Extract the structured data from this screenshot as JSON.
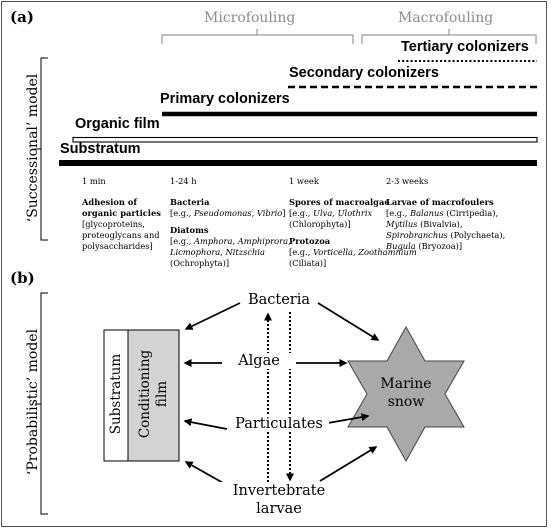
{
  "panel_a": {
    "label": "(a)",
    "model_label": "‘Successional’ model",
    "microfouling": "Microfouling",
    "macrofouling": "Macrofouling",
    "layers": {
      "tertiary": "Tertiary colonizers",
      "secondary": "Secondary colonizers",
      "primary": "Primary colonizers",
      "film": "Organic film",
      "substratum": "Substratum"
    },
    "timeline": {
      "t1": "1 min",
      "t2": "1-24 h",
      "t3": "1 week",
      "t4": "2-3 weeks",
      "c1": {
        "title1": "Adhesion of",
        "title2": "organic particles",
        "l1": "[glycoproteins,",
        "l2": "proteoglycans and",
        "l3": "polysaccharides]"
      },
      "c2": {
        "title1": "Bacteria",
        "l1_pre": "[e.g., ",
        "l1_it": "Pseudomonas, Vibrio",
        "l1_post": "]",
        "title2": "Diatoms",
        "l2_pre": "[e.g., ",
        "l2_it": "Amphora, Amphiprora,",
        "l3_it": "Licmophora, Nitzschia",
        "l4": "(Ochrophyta)]"
      },
      "c3": {
        "title1": "Spores of macroalgae",
        "l1_pre": "[e.g., ",
        "l1_it": "Ulva, Ulothrix",
        "l2": "(Chlorophyta)]",
        "title2": "Protozoa",
        "l3_pre": "[e.g., ",
        "l3_it": "Vorticella, Zoothamnium",
        "l4": "(Ciliata)]"
      },
      "c4": {
        "title1": "Larvae of macrofoulers",
        "l1_pre": "[e.g., ",
        "l1_it": "Balanus",
        "l1_post": " (Cirripedia),",
        "l2_it": "Mytilus",
        "l2_post": " (Bivalvia),",
        "l3_it": "Spirobranchus",
        "l3_post": " (Polychaeta),",
        "l4_it": "Bugula",
        "l4_post": " (Bryozoa)]"
      }
    }
  },
  "panel_b": {
    "label": "(b)",
    "model_label": "‘Probabilistic’ model",
    "substratum": "Substratum",
    "conditioning1": "Conditioning",
    "conditioning2": "film",
    "nodes": {
      "bacteria": "Bacteria",
      "algae": "Algae",
      "particulates": "Particulates",
      "invert1": "Invertebrate",
      "invert2": "larvae"
    },
    "snow1": "Marine",
    "snow2": "snow"
  },
  "colors": {
    "gray_label": "#8e8e8e",
    "film_fill": "#d3d3d3",
    "star_fill": "#a9a9a9"
  }
}
